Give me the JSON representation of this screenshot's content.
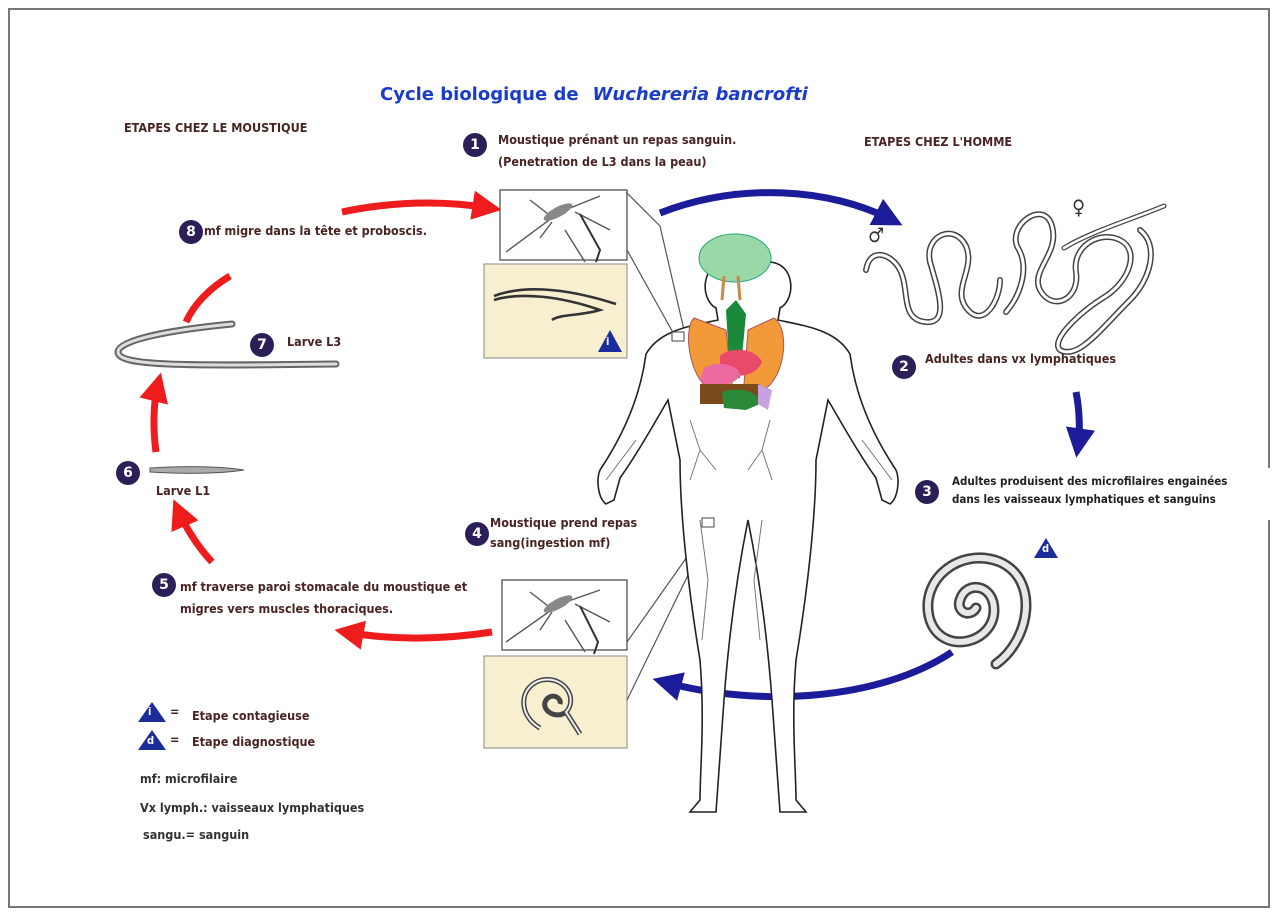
{
  "title": {
    "prefix": "Cycle biologique de",
    "species": "Wuchereria bancrofti"
  },
  "headers": {
    "mosquito": "ETAPES CHEZ LE MOUSTIQUE",
    "human": "ETAPES CHEZ L'HOMME"
  },
  "steps": [
    {
      "number": "1",
      "line1": "Moustique prénant un repas sanguin.",
      "line2": "(Penetration de L3 dans la peau)"
    },
    {
      "number": "2",
      "line1": "Adultes dans  vx lymphatiques"
    },
    {
      "number": "3",
      "line1": "Adultes produisent des microfilaires engainées",
      "line2": "dans les vaisseaux lymphatiques et sanguins"
    },
    {
      "number": "4",
      "line1": "Moustique prend repas",
      "line2": "sang(ingestion mf)"
    },
    {
      "number": "5",
      "line1": "mf traverse paroi stomacale du moustique et",
      "line2": "migres vers muscles thoraciques."
    },
    {
      "number": "6",
      "line1": "Larve L1"
    },
    {
      "number": "7",
      "line1": "Larve L3"
    },
    {
      "number": "8",
      "line1": "mf migre dans la tête et proboscis."
    }
  ],
  "markers": {
    "infective": "i",
    "diagnostic": "d"
  },
  "sex_symbols": {
    "male": "♂",
    "female": "♀"
  },
  "legend": {
    "infective": "Etape contagieuse",
    "diagnostic": "Etape diagnostique",
    "equals": "=",
    "notes": [
      "mf: microfilaire",
      "Vx lymph.: vaisseaux lymphatiques",
      "sangu.= sanguin"
    ]
  },
  "colors": {
    "red_arrow": "#ee1c1c",
    "blue_arrow": "#1c1c9a",
    "badge": "#2c1f57",
    "title": "#1a3ccc",
    "text": "#4a2424",
    "triangle": "#1c2c9a",
    "panel": "#f7efcf"
  }
}
